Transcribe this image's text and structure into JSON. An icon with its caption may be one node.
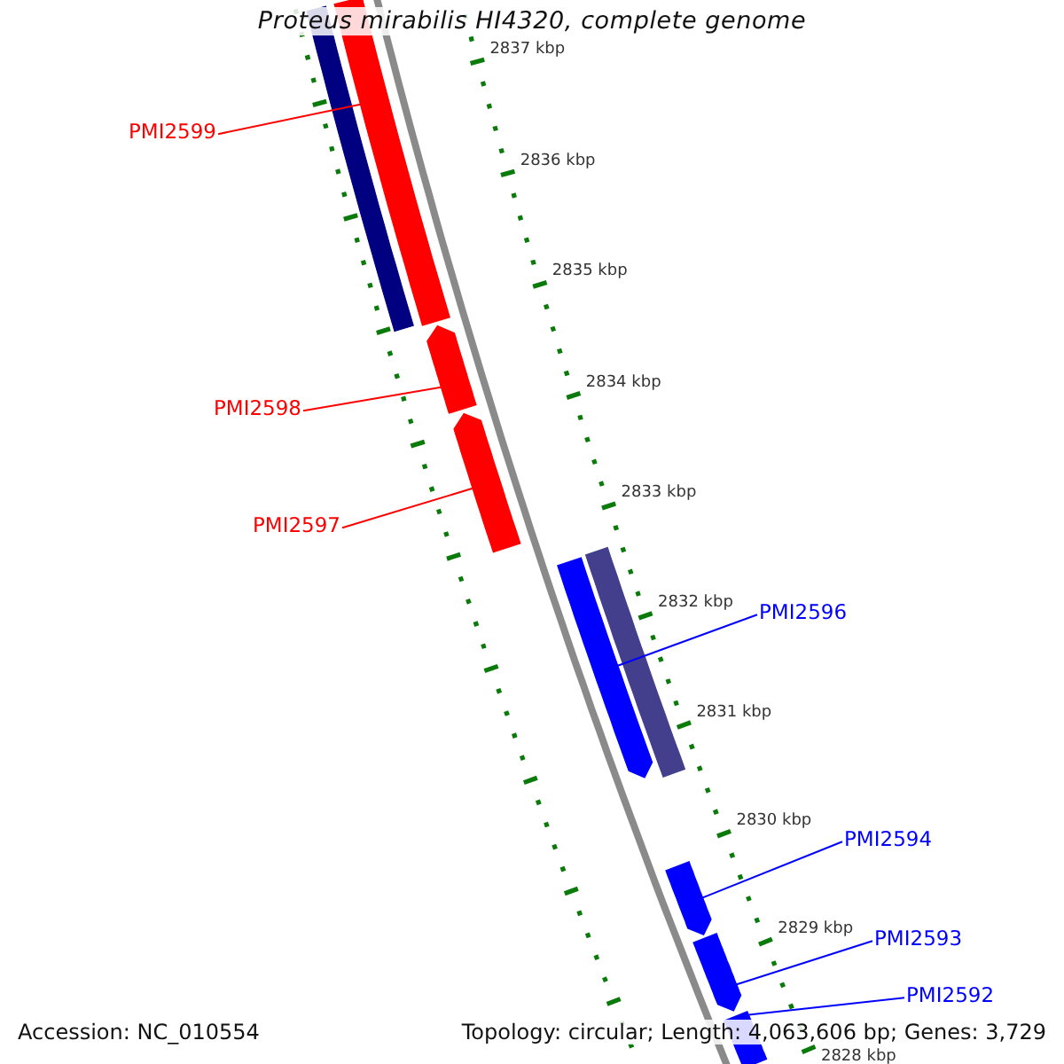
{
  "diagram": {
    "title": "Proteus mirabilis HI4320, complete genome",
    "nodes": [
      {
        "text": [
          "PMI2599"
        ]
      },
      {
        "text": [
          "PMI2598"
        ]
      },
      {
        "text": [
          "PMI2597"
        ]
      },
      {
        "text": [
          "PMI2596"
        ]
      },
      {
        "text": [
          "PMI2594"
        ]
      },
      {
        "text": [
          "PMI2593"
        ]
      },
      {
        "text": [
          "PMI2592"
        ]
      },
      {
        "text": [],
        "shape": "bar"
      },
      {
        "text": [],
        "shape": "bar"
      },
      {
        "text": [],
        "shape": "bar"
      },
      {
        "text": [],
        "shape": "bar"
      },
      {
        "text": [],
        "shape": "bar"
      },
      {
        "text": [],
        "shape": "bar"
      },
      {
        "text": [],
        "shape": "bar"
      },
      {
        "text": [],
        "shape": "bar"
      },
      {
        "text": [],
        "shape": "bar"
      }
    ],
    "edges": [
      {
        "from": 0,
        "to": 8,
        "arrow": "none",
        "color": "#ff0000"
      },
      {
        "from": 1,
        "to": 9,
        "arrow": "none",
        "color": "#ff0000"
      },
      {
        "from": 2,
        "to": 10,
        "arrow": "none",
        "color": "#ff0000"
      },
      {
        "from": 3,
        "to": 12,
        "arrow": "none",
        "color": "#0000ff"
      },
      {
        "from": 4,
        "to": 13,
        "arrow": "none",
        "color": "#0000ff"
      },
      {
        "from": 5,
        "to": 14,
        "arrow": "none",
        "color": "#0000ff"
      },
      {
        "from": 6,
        "to": 15,
        "arrow": "none",
        "color": "#0000ff"
      }
    ],
    "labels": [
      "2837 kbp",
      "2836 kbp",
      "2835 kbp",
      "2834 kbp",
      "2833 kbp",
      "2832 kbp",
      "2831 kbp",
      "2830 kbp",
      "2829 kbp",
      "2828 kbp",
      "Accession: NC_010554",
      "Topology: circular; Length: 4,063,606 bp; Genes: 3,729"
    ]
  }
}
